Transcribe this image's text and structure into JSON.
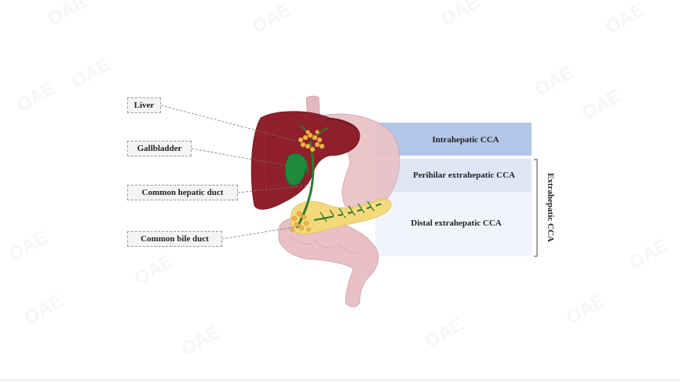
{
  "labels": {
    "liver": "Liver",
    "gallbladder": "Gallbladder",
    "common_hepatic_duct": "Common hepatic duct",
    "common_bile_duct": "Common bile duct"
  },
  "regions": {
    "intrahepatic": "Intrahepatic CCA",
    "perihilar": "Perihilar extrahepatic CCA",
    "distal": "Distal extrahepatic CCA",
    "extrahepatic_group": "Extrahepatic CCA"
  },
  "watermark": "OAE",
  "colors": {
    "liver": "#8e1f2b",
    "gallbladder": "#1e8a3a",
    "duct": "#2e7a2e",
    "stomach": "#e9c3c8",
    "pancreas": "#f4d97a",
    "tumor": "#f0b34a",
    "intrahepatic_band": "#b4c6e7",
    "perihilar_band": "#dfe7f5",
    "distal_band": "#f1f4fb"
  }
}
